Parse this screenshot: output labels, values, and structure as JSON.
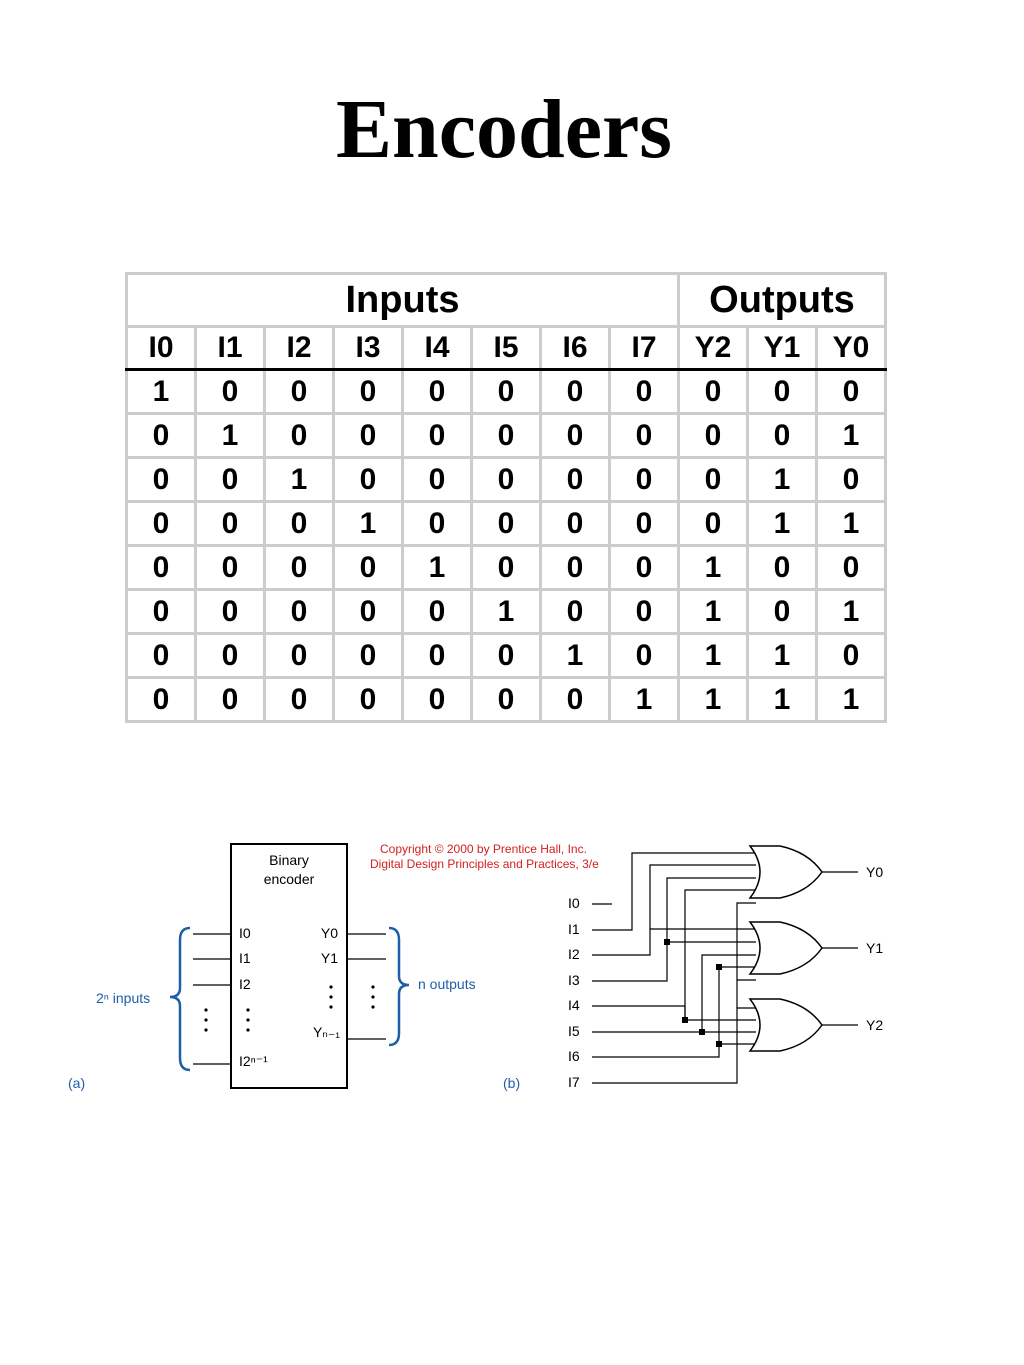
{
  "title": "Encoders",
  "table": {
    "group_headers": [
      "Inputs",
      "Outputs"
    ],
    "input_columns": [
      "I0",
      "I1",
      "I2",
      "I3",
      "I4",
      "I5",
      "I6",
      "I7"
    ],
    "output_columns": [
      "Y2",
      "Y1",
      "Y0"
    ],
    "rows": [
      [
        "1",
        "0",
        "0",
        "0",
        "0",
        "0",
        "0",
        "0",
        "0",
        "0",
        "0"
      ],
      [
        "0",
        "1",
        "0",
        "0",
        "0",
        "0",
        "0",
        "0",
        "0",
        "0",
        "1"
      ],
      [
        "0",
        "0",
        "1",
        "0",
        "0",
        "0",
        "0",
        "0",
        "0",
        "1",
        "0"
      ],
      [
        "0",
        "0",
        "0",
        "1",
        "0",
        "0",
        "0",
        "0",
        "0",
        "1",
        "1"
      ],
      [
        "0",
        "0",
        "0",
        "0",
        "1",
        "0",
        "0",
        "0",
        "1",
        "0",
        "0"
      ],
      [
        "0",
        "0",
        "0",
        "0",
        "0",
        "1",
        "0",
        "0",
        "1",
        "0",
        "1"
      ],
      [
        "0",
        "0",
        "0",
        "0",
        "0",
        "0",
        "1",
        "0",
        "1",
        "1",
        "0"
      ],
      [
        "0",
        "0",
        "0",
        "0",
        "0",
        "0",
        "0",
        "1",
        "1",
        "1",
        "1"
      ]
    ]
  },
  "figure": {
    "copyright_line1": "Copyright © 2000 by Prentice Hall, Inc.",
    "copyright_line2": "Digital Design Principles and Practices, 3/e",
    "a": {
      "label": "(a)",
      "box_title_line1": "Binary",
      "box_title_line2": "encoder",
      "inputs_label": "2ⁿ inputs",
      "outputs_label": "n outputs",
      "pins_in": [
        "I0",
        "I1",
        "I2",
        "I2ⁿ⁻¹"
      ],
      "pins_out": [
        "Y0",
        "Y1",
        "Yₙ₋₁"
      ]
    },
    "b": {
      "label": "(b)",
      "inputs": [
        "I0",
        "I1",
        "I2",
        "I3",
        "I4",
        "I5",
        "I6",
        "I7"
      ],
      "outputs": [
        "Y0",
        "Y1",
        "Y2"
      ]
    },
    "colors": {
      "accent_blue": "#1f5fa8",
      "copyright_red": "#d42020"
    }
  }
}
